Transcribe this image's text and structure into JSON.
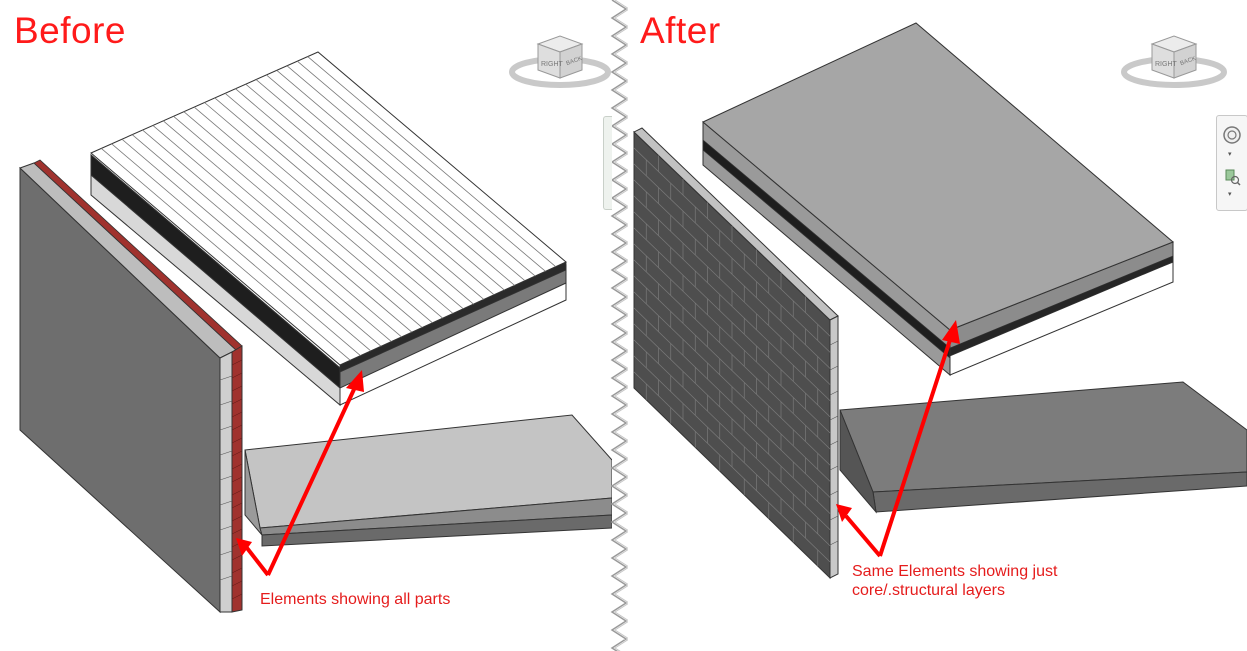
{
  "panels": {
    "before": {
      "title": "Before",
      "annotation": "Elements showing all parts",
      "viewcube_face": "RIGHT",
      "viewcube_side": "BACK"
    },
    "after": {
      "title": "After",
      "annotation_line1": "Same Elements showing just",
      "annotation_line2": "core/.structural layers",
      "viewcube_face": "RIGHT",
      "viewcube_side": "BACK"
    }
  },
  "colors": {
    "title": "#ff1a1a",
    "annotation": "#e51c1c",
    "arrow": "#ff0000",
    "wall_gray": "#6e6e6e",
    "slab_top_after": "#a6a6a6",
    "brick_red": "#a0322e"
  },
  "icons": {
    "viewcube": "viewcube-icon",
    "steering_wheel": "steering-wheel-icon",
    "zoom": "zoom-icon",
    "divider": "break-line-icon"
  }
}
